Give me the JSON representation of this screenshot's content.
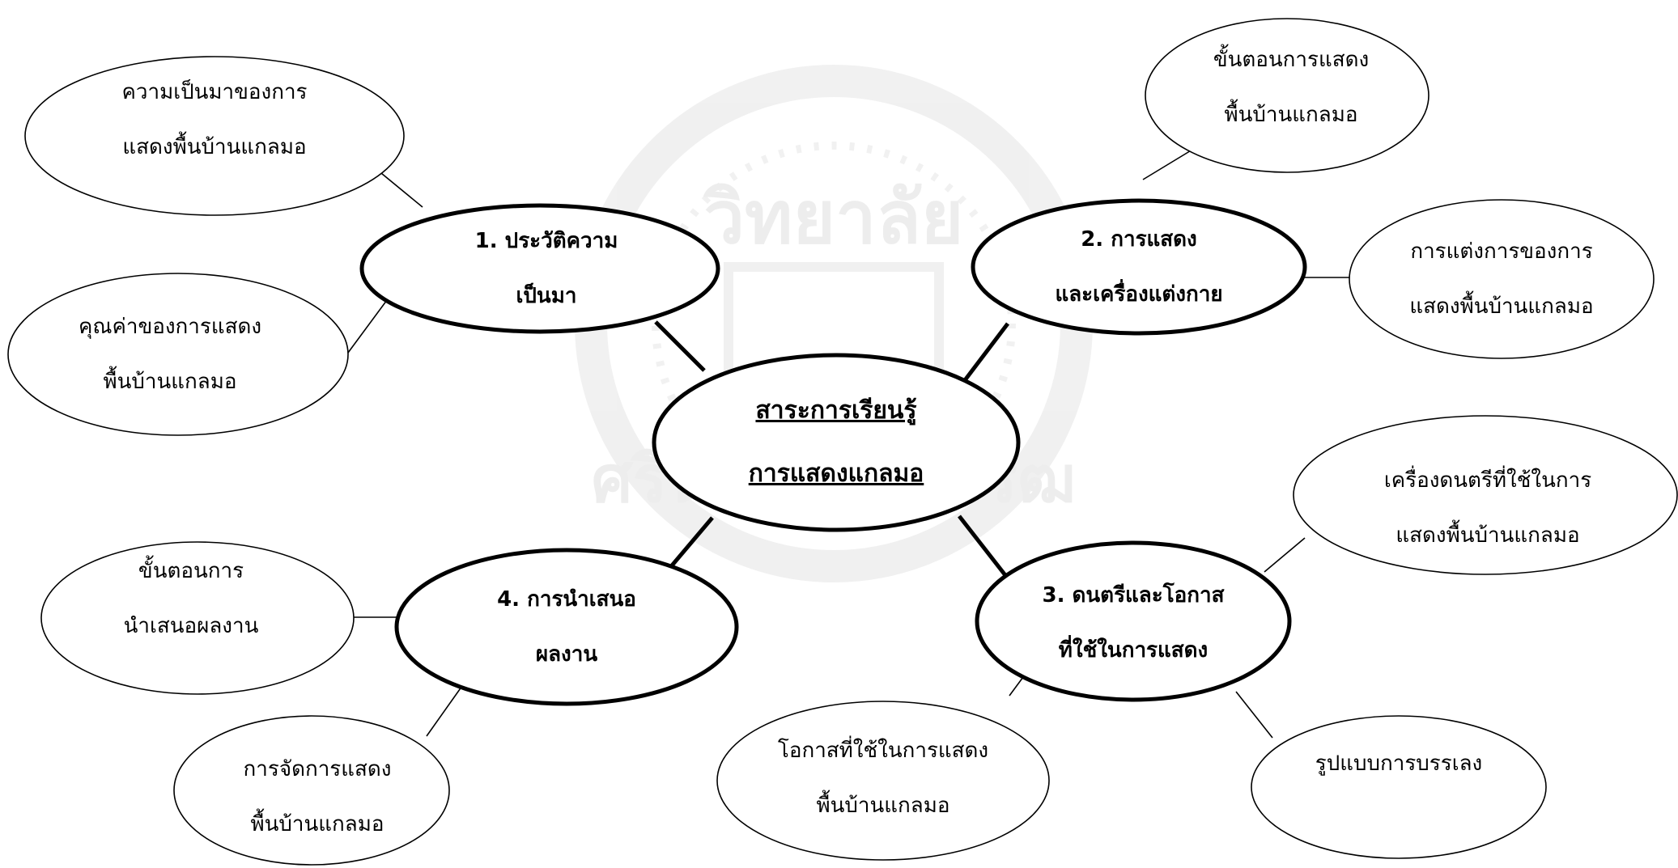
{
  "watermark": {
    "text_top": "วิทยาลัย",
    "text_bottom": "ศรีนครินทรวิโรฒ",
    "color": "#ececec"
  },
  "center": {
    "line1": "สาระการเรียนรู้",
    "line2": "การแสดงแกลมอ"
  },
  "topics": [
    {
      "line1": "1.  ประวัติความ",
      "line2": "เป็นมา"
    },
    {
      "line1": "2. การแสดง",
      "line2": "และเครื่องแต่งกาย"
    },
    {
      "line1": "3. ดนตรีและโอกาส",
      "line2": "ที่ใช้ในการแสดง"
    },
    {
      "line1": "4. การนำเสนอ",
      "line2": "ผลงาน"
    }
  ],
  "subtopics": [
    {
      "line1": "ความเป็นมาของการ",
      "line2": "แสดงพื้นบ้านแกลมอ"
    },
    {
      "line1": "คุณค่าของการแสดง",
      "line2": "พื้นบ้านแกลมอ"
    },
    {
      "line1": "ขั้นตอนการแสดง",
      "line2": "พื้นบ้านแกลมอ"
    },
    {
      "line1": "การแต่งการของการ",
      "line2": "แสดงพื้นบ้านแกลมอ"
    },
    {
      "line1": "เครื่องดนตรีที่ใช้ในการ",
      "line2": "แสดงพื้นบ้านแกลมอ"
    },
    {
      "line1": "โอกาสที่ใช้ในการแสดง",
      "line2": "พื้นบ้านแกลมอ"
    },
    {
      "line1": "รูปแบบการบรรเลง",
      "line2": ""
    },
    {
      "line1": "ขั้นตอนการ",
      "line2": "นำเสนอผลงาน"
    },
    {
      "line1": "การจัดการแสดง",
      "line2": "พื้นบ้านแกลมอ"
    }
  ]
}
